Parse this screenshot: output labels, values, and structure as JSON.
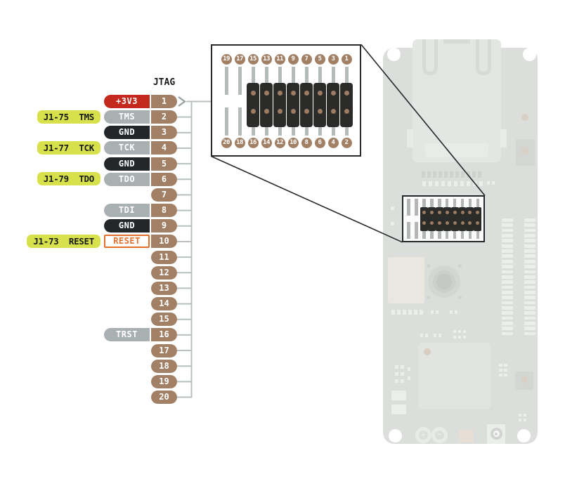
{
  "header": {
    "label": "JTAG"
  },
  "pinout": {
    "rows": [
      {
        "pin": "1",
        "signal": "+3V3",
        "type": "power"
      },
      {
        "pin": "2",
        "signal": "TMS",
        "type": "signal",
        "ext": "J1-75  TMS"
      },
      {
        "pin": "3",
        "signal": "GND",
        "type": "ground"
      },
      {
        "pin": "4",
        "signal": "TCK",
        "type": "signal",
        "ext": "J1-77  TCK"
      },
      {
        "pin": "5",
        "signal": "GND",
        "type": "ground"
      },
      {
        "pin": "6",
        "signal": "TDO",
        "type": "signal",
        "ext": "J1-79  TDO"
      },
      {
        "pin": "7"
      },
      {
        "pin": "8",
        "signal": "TDI",
        "type": "signal"
      },
      {
        "pin": "9",
        "signal": "GND",
        "type": "ground"
      },
      {
        "pin": "10",
        "signal": "RESET",
        "type": "reset",
        "ext": "J1-73  RESET"
      },
      {
        "pin": "11"
      },
      {
        "pin": "12"
      },
      {
        "pin": "13"
      },
      {
        "pin": "14"
      },
      {
        "pin": "15"
      },
      {
        "pin": "16",
        "signal": "TRST",
        "type": "signal"
      },
      {
        "pin": "17"
      },
      {
        "pin": "18"
      },
      {
        "pin": "19"
      },
      {
        "pin": "20"
      }
    ]
  },
  "connector_detail": {
    "top_pins": [
      "19",
      "17",
      "15",
      "13",
      "11",
      "9",
      "7",
      "5",
      "3",
      "1"
    ],
    "bottom_pins": [
      "20",
      "18",
      "16",
      "14",
      "12",
      "10",
      "8",
      "6",
      "4",
      "2"
    ],
    "populated_columns": [
      2,
      3,
      4,
      5,
      6,
      7,
      8,
      9
    ]
  },
  "colors": {
    "power": "#c4291d",
    "ground": "#24272a",
    "signal": "#a9b0b2",
    "reset": "#e0702c",
    "pin_number": "#a28066",
    "ext_label_bg": "#d6e14c",
    "bus_line": "#b8bfbf",
    "detail_border": "#2a2a2a",
    "board_body": "#dcdedc",
    "connector_body": "#2b2b29",
    "connector_dot": "#9c7c62",
    "pin_stub": "#b5baba"
  }
}
